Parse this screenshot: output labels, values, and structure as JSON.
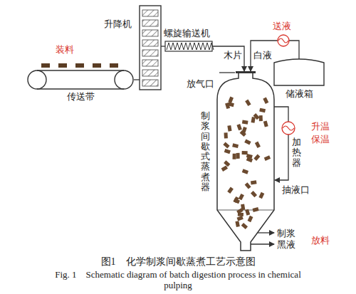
{
  "diagram": {
    "caption": "图1　化学制浆间歇蒸煮工艺示意图",
    "nodes": [
      {
        "text": [
          "传送带"
        ]
      },
      {
        "text": [
          "升降机"
        ]
      },
      {
        "text": [
          "螺旋输送机"
        ]
      },
      {
        "text": [
          "储液箱"
        ]
      },
      {
        "text": [
          "制浆间歇式蒸煮器"
        ]
      },
      {
        "text": [
          "加热器"
        ]
      }
    ],
    "edges": [
      {
        "from": 0,
        "to": 1,
        "arrow": "none"
      },
      {
        "from": 1,
        "to": 2,
        "arrow": "none"
      },
      {
        "from": 2,
        "to": 4,
        "label": "木片",
        "arrow": "to"
      },
      {
        "from": 3,
        "to": 4,
        "label": "白液",
        "arrow": "to"
      },
      {
        "from": 4,
        "to": 5,
        "arrow": "none"
      }
    ],
    "labels": [
      "装料",
      "送液",
      "放气口",
      "升温",
      "保温",
      "抽液口",
      "制浆",
      "黑液",
      "放料",
      "Fig. 1　Schematic diagram of batch digestion process in chemical pulping"
    ]
  }
}
